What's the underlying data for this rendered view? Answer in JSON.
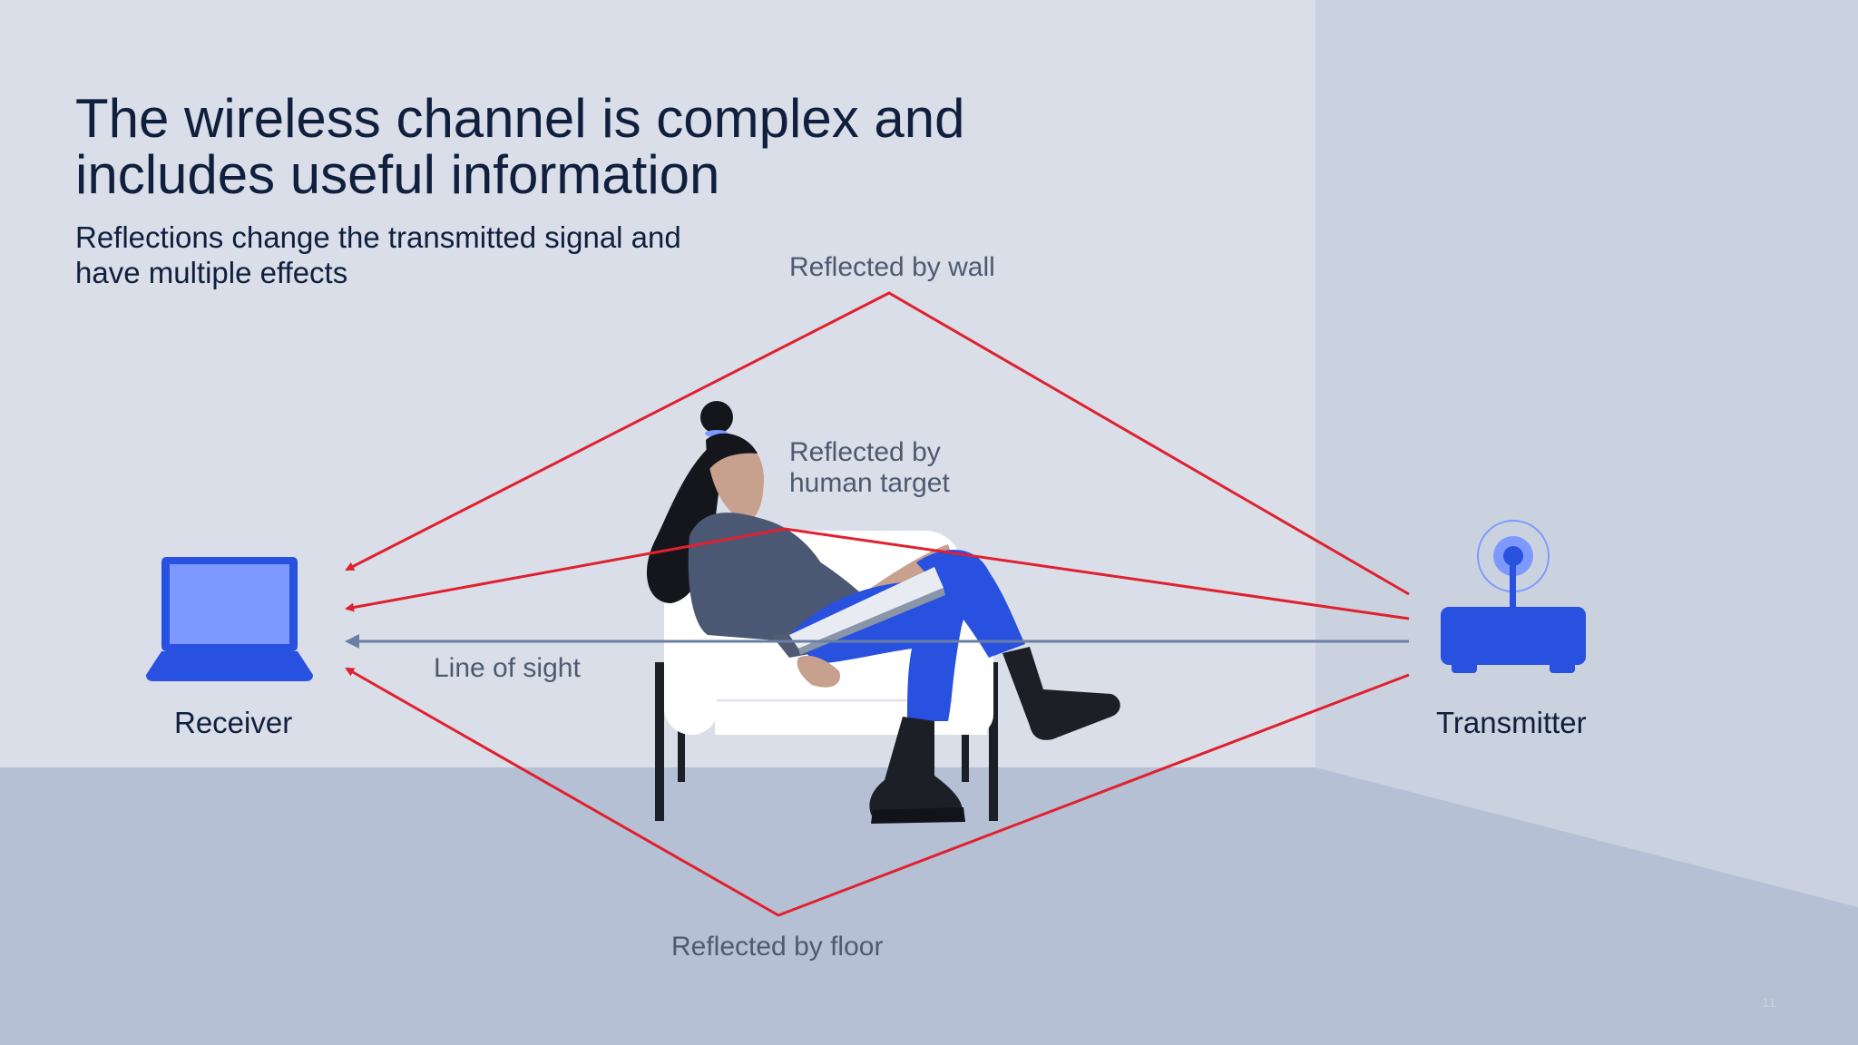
{
  "title": "The wireless channel is complex and includes useful information",
  "subtitle": "Reflections change the transmitted signal and have multiple effects",
  "labels": {
    "reflected_by_wall": "Reflected by wall",
    "reflected_by_human": "Reflected by human target",
    "line_of_sight": "Line of sight",
    "reflected_by_floor": "Reflected by floor",
    "receiver": "Receiver",
    "transmitter": "Transmitter"
  },
  "page_number": "11",
  "colors": {
    "wall_back": "#d9dee8",
    "wall_side": "#cbd2df",
    "floor": "#b6c0d4",
    "reflection_path": "#e0202e",
    "line_of_sight": "#6a7fa3",
    "device_blue": "#2851e0",
    "device_screen": "#7d99ff",
    "title_text": "#0f1f3d"
  },
  "icons": [
    "laptop-icon",
    "router-icon",
    "person-on-chair-illustration"
  ]
}
